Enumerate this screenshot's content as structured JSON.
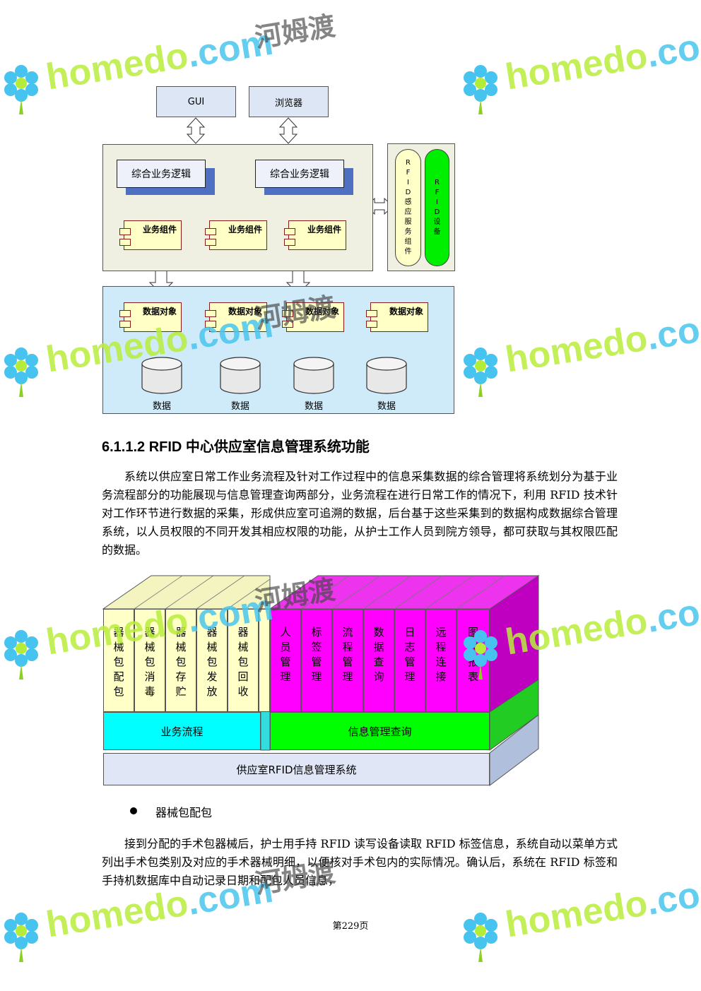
{
  "arch": {
    "gui": "GUI",
    "browser": "浏览器",
    "logic1": "综合业务逻辑",
    "logic2": "综合业务逻辑",
    "comp": [
      "业务组件",
      "业务组件",
      "业务组件"
    ],
    "rfid_service": [
      "R",
      "F",
      "I",
      "D",
      "感",
      "应",
      "服",
      "务",
      "组",
      "件"
    ],
    "rfid_device": [
      "R",
      "F",
      "I",
      "D",
      "设",
      "备"
    ],
    "dataobj": [
      "数据对象",
      "数据对象",
      "数据对象",
      "数据对象"
    ],
    "data": [
      "数据",
      "数据",
      "数据",
      "数据"
    ]
  },
  "section": {
    "heading": "6.1.1.2 RFID 中心供应室信息管理系统功能",
    "para1": "系统以供应室日常工作业务流程及针对工作过程中的信息采集数据的综合管理将系统划分为基于业务流程部分的功能展现与信息管理查询两部分，业务流程在进行日常工作的情况下，利用 RFID 技术针对工作环节进行数据的采集，形成供应室可追溯的数据，后台基于这些采集到的数据构成数据综合管理系统，以人员权限的不同开发其相应权限的功能，从护士工作人员到院方领导，都可获取与其权限匹配的数据。"
  },
  "stack": {
    "yellow_cols": [
      [
        "器",
        "械",
        "包",
        "配",
        "包"
      ],
      [
        "器",
        "械",
        "包",
        "消",
        "毒"
      ],
      [
        "器",
        "械",
        "包",
        "存",
        "贮"
      ],
      [
        "器",
        "械",
        "包",
        "发",
        "放"
      ],
      [
        "器",
        "械",
        "包",
        "回",
        "收"
      ]
    ],
    "magenta_cols": [
      [
        "人",
        "员",
        "管",
        "理"
      ],
      [
        "标",
        "签",
        "管",
        "理"
      ],
      [
        "流",
        "程",
        "管",
        "理"
      ],
      [
        "数",
        "据",
        "查",
        "询"
      ],
      [
        "日",
        "志",
        "管",
        "理"
      ],
      [
        "远",
        "程",
        "连",
        "接"
      ],
      [
        "图",
        "表",
        "报",
        "表"
      ]
    ],
    "band_left": "业务流程",
    "band_right": "信息管理查询",
    "base": "供应室RFID信息管理系统"
  },
  "bullet": {
    "text": "器械包配包"
  },
  "para2": "接到分配的手术包器械后，护士用手持 RFID 读写设备读取 RFID 标签信息，系统自动以菜单方式列出手术包类别及对应的手术器械明细，以便核对手术包内的实际情况。确认后，系统在 RFID 标签和手持机数据库中自动记录日期和配包人员信息，",
  "footer": {
    "page": "第229页"
  },
  "watermark": {
    "brand_a": "homedo",
    "brand_b": ".com",
    "cn": "河姆渡"
  },
  "colors": {
    "yellow": "#ffffc8",
    "magenta": "#ff00ff",
    "cyan": "#00ffff",
    "green": "#00ff00",
    "base": "#e0e6f6"
  }
}
